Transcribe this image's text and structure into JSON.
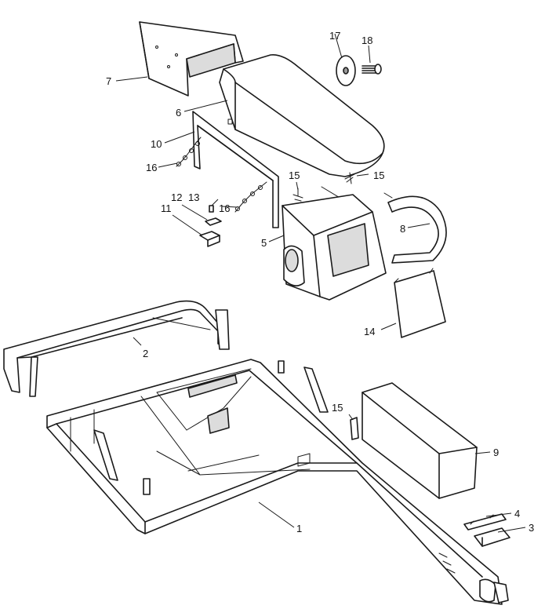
{
  "callouts": {
    "c1": "1",
    "c2": "2",
    "c3": "3",
    "c4": "4",
    "c5": "5",
    "c6": "6",
    "c7": "7",
    "c8": "8",
    "c9": "9",
    "c10": "10",
    "c11": "11",
    "c12": "12",
    "c13": "13",
    "c14": "14",
    "c15a": "15",
    "c15b": "15",
    "c15c": "15",
    "c16a": "16",
    "c16b": "16",
    "c17": "17",
    "c18": "18"
  },
  "colors": {
    "line": "#1a1a1a",
    "shade": "#dcdcdc",
    "background": "#ffffff"
  }
}
